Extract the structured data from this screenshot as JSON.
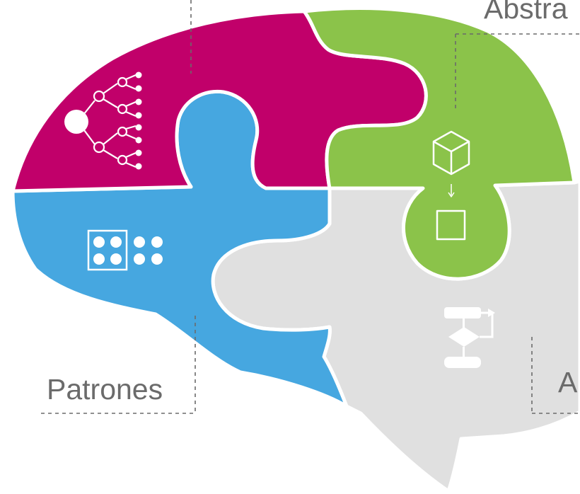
{
  "labels": {
    "abstraction": "Abstra",
    "patterns": "Patrones",
    "algorithms": "A"
  },
  "colors": {
    "decomposition": "#c1006a",
    "abstraction": "#8bc34a",
    "patterns": "#46a7e0",
    "algorithms": "#e0e0e0",
    "outline": "#ffffff",
    "leader_lines": "#6b6b6b",
    "caption_text": "#6b6b6b"
  },
  "icons": {
    "decomposition": "tree-hierarchy-icon",
    "abstraction": "cube-to-square-icon",
    "patterns": "dot-grid-pattern-icon",
    "algorithms": "flowchart-icon"
  }
}
